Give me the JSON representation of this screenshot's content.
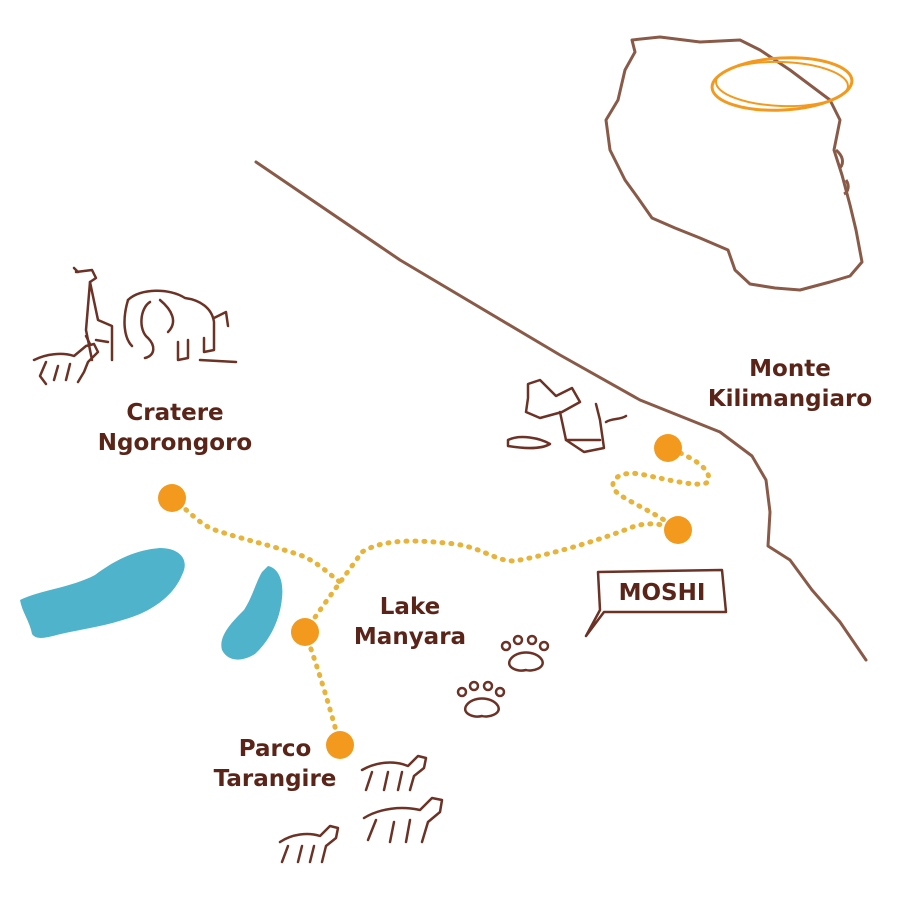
{
  "map": {
    "places": {
      "ngorongoro": {
        "line1": "Cratere",
        "line2": "Ngorongoro"
      },
      "manyara": {
        "line1": "Lake",
        "line2": "Manyara"
      },
      "tarangire": {
        "line1": "Parco",
        "line2": "Tarangire"
      },
      "kilimanjaro": {
        "line1": "Monte",
        "line2": "Kilimangiaro"
      },
      "moshi": {
        "label": "MOSHI"
      }
    },
    "colors": {
      "ink": "#5a2418",
      "route_dot": "#f39a1e",
      "route_line": "#e8b33a",
      "lake": "#4fb3cc",
      "border": "#8a5a48",
      "inset_highlight": "#f39a1e"
    },
    "icons": [
      "giraffe-icon",
      "elephant-icon",
      "antelope-icon",
      "boots-icon",
      "paw-print-icon",
      "tanzania-inset-map-icon"
    ]
  }
}
